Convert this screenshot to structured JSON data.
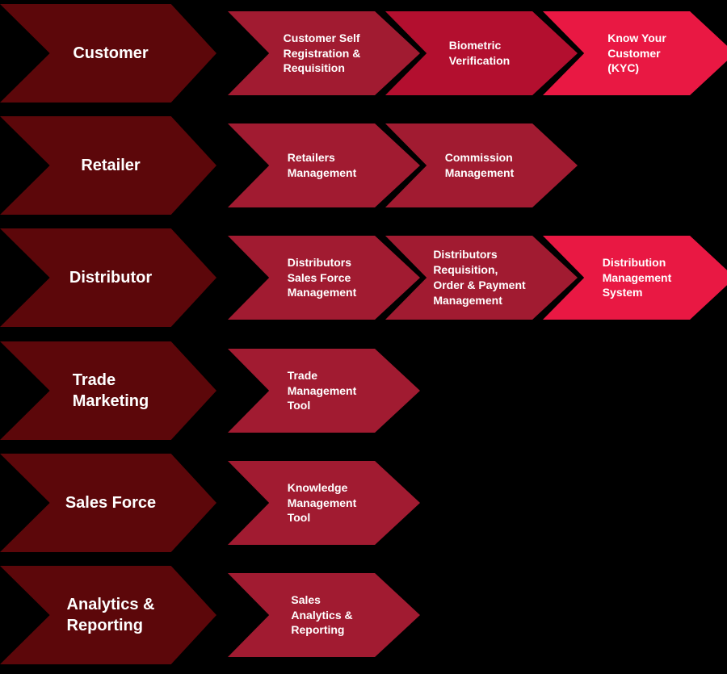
{
  "canvas": {
    "background": "#000000"
  },
  "colors": {
    "category": "#5C070A",
    "item_default": "#A11B31",
    "item_alt": "#B30F2F",
    "item_highlight": "#E91843",
    "text": "#FFFFFF"
  },
  "diagram": {
    "rows": [
      {
        "category": {
          "label": "Customer",
          "lines": [
            "Customer"
          ]
        },
        "items": [
          {
            "label": "Customer Self Registration & Requisition",
            "lines": [
              "Customer Self",
              "Registration &",
              "Requisition"
            ],
            "color_key": "item_default"
          },
          {
            "label": "Biometric Verification",
            "lines": [
              "Biometric",
              "Verification"
            ],
            "color_key": "item_alt"
          },
          {
            "label": "Know Your Customer (KYC)",
            "lines": [
              "Know Your",
              "Customer",
              "(KYC)"
            ],
            "color_key": "item_highlight"
          }
        ]
      },
      {
        "category": {
          "label": "Retailer",
          "lines": [
            "Retailer"
          ]
        },
        "items": [
          {
            "label": "Retailers Management",
            "lines": [
              "Retailers",
              "Management"
            ],
            "color_key": "item_default"
          },
          {
            "label": "Commission Management",
            "lines": [
              "Commission",
              "Management"
            ],
            "color_key": "item_default"
          }
        ]
      },
      {
        "category": {
          "label": "Distributor",
          "lines": [
            "Distributor"
          ]
        },
        "items": [
          {
            "label": "Distributors Sales Force Management",
            "lines": [
              "Distributors",
              "Sales Force",
              "Management"
            ],
            "color_key": "item_default"
          },
          {
            "label": "Distributors Requisition, Order & Payment Management",
            "lines": [
              "Distributors",
              "Requisition,",
              "Order & Payment",
              "Management"
            ],
            "color_key": "item_default"
          },
          {
            "label": "Distribution Management System",
            "lines": [
              "Distribution",
              "Management",
              "System"
            ],
            "color_key": "item_highlight"
          }
        ]
      },
      {
        "category": {
          "label": "Trade Marketing",
          "lines": [
            "Trade",
            "Marketing"
          ]
        },
        "items": [
          {
            "label": "Trade Management Tool",
            "lines": [
              "Trade",
              "Management",
              "Tool"
            ],
            "color_key": "item_default"
          }
        ]
      },
      {
        "category": {
          "label": "Sales Force",
          "lines": [
            "Sales Force"
          ]
        },
        "items": [
          {
            "label": "Knowledge Management Tool",
            "lines": [
              "Knowledge",
              "Management",
              "Tool"
            ],
            "color_key": "item_default"
          }
        ]
      },
      {
        "category": {
          "label": "Analytics & Reporting",
          "lines": [
            "Analytics &",
            "Reporting"
          ]
        },
        "items": [
          {
            "label": "Sales Analytics & Reporting",
            "lines": [
              "Sales",
              "Analytics &",
              "Reporting"
            ],
            "color_key": "item_default"
          }
        ]
      }
    ]
  }
}
